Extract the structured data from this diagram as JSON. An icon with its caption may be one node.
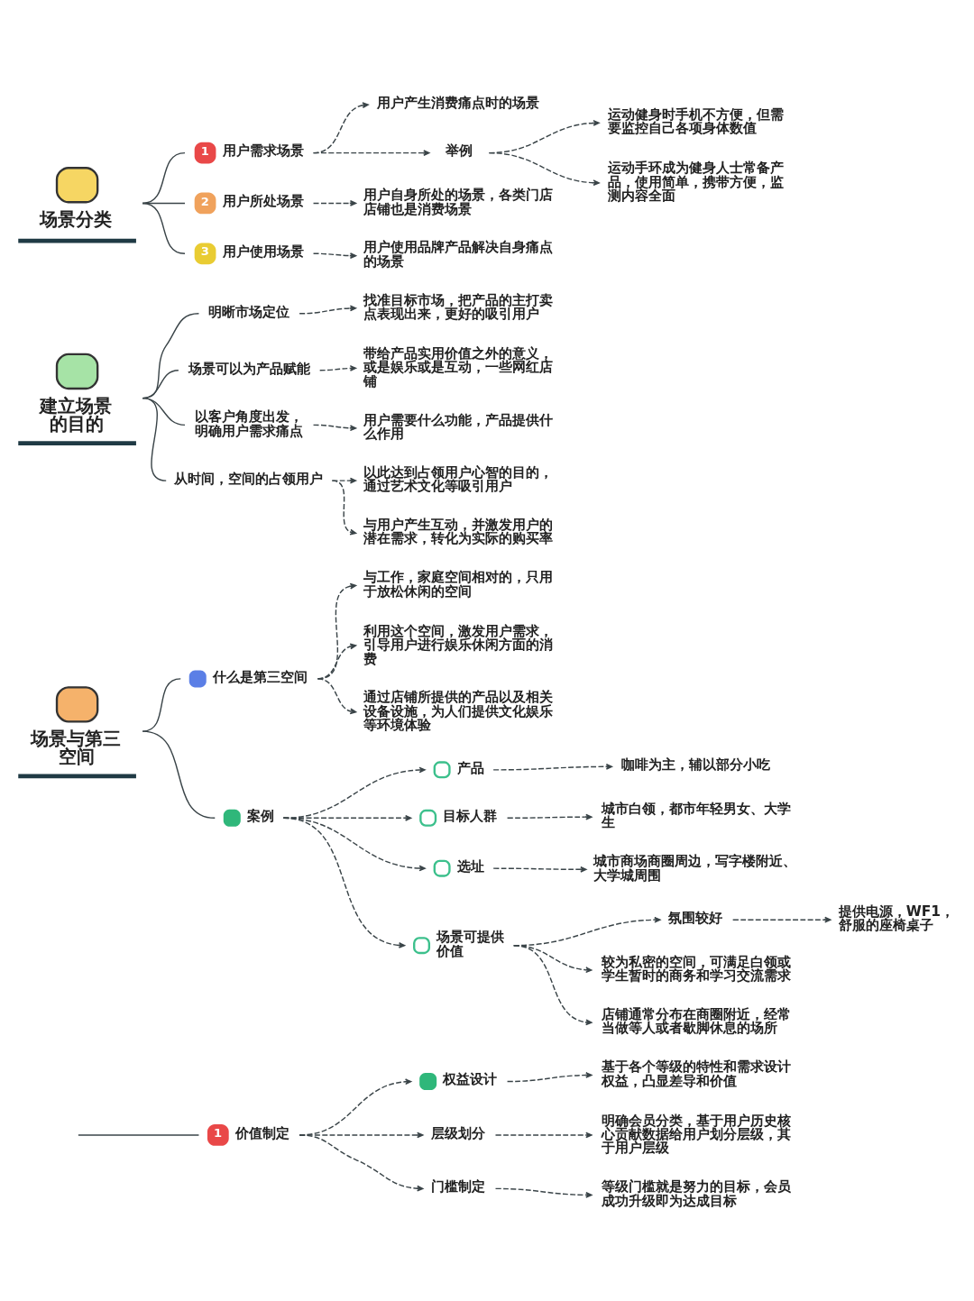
{
  "diagram": {
    "nodes": [
      {
        "text": [
          "场景分类"
        ]
      },
      {
        "text": [
          "1",
          "用户需求场景"
        ]
      },
      {
        "text": [
          "用户产生消费痛点时的场景"
        ]
      },
      {
        "text": [
          "举例"
        ]
      },
      {
        "text": [
          "运动健身时手机不方便，但需要监控自己各项身体数值"
        ]
      },
      {
        "text": [
          "运动手环成为健身人士常备产品，使用简单，携带方便，监测内容全面"
        ]
      },
      {
        "text": [
          "2",
          "用户所处场景"
        ]
      },
      {
        "text": [
          "用户自身所处的场景，各类门店店铺也是消费场景"
        ]
      },
      {
        "text": [
          "3",
          "用户使用场景"
        ]
      },
      {
        "text": [
          "用户使用品牌产品解决自身痛点的场景"
        ]
      },
      {
        "text": [
          "建立场景的目的"
        ]
      },
      {
        "text": [
          "明晰市场定位"
        ]
      },
      {
        "text": [
          "找准目标市场，把产品的主打卖点表现出来，更好的吸引用户"
        ]
      },
      {
        "text": [
          "场景可以为产品赋能"
        ]
      },
      {
        "text": [
          "带给产品实用价值之外的意义，或是娱乐或是互动，一些网红店铺"
        ]
      },
      {
        "text": [
          "以客户角度出发，明确用户需求痛点"
        ]
      },
      {
        "text": [
          "用户需要什么功能，产品提供什么作用"
        ]
      },
      {
        "text": [
          "从时间，空间的占领用户"
        ]
      },
      {
        "text": [
          "以此达到占领用户心智的目的，通过艺术文化等吸引用户"
        ]
      },
      {
        "text": [
          "与用户产生互动，并激发用户的潜在需求，转化为实际的购买率"
        ]
      },
      {
        "text": [
          "场景与第三空间"
        ]
      },
      {
        "text": [
          "什么是第三空间"
        ]
      },
      {
        "text": [
          "与工作，家庭空间相对的，只用于放松休闲的空间"
        ]
      },
      {
        "text": [
          "利用这个空间，激发用户需求，引导用户进行娱乐休闲方面的消费"
        ]
      },
      {
        "text": [
          "通过店铺所提供的产品以及相关设备设施，为人们提供文化娱乐等环境体验"
        ]
      },
      {
        "text": [
          "案例"
        ]
      },
      {
        "text": [
          "产品"
        ]
      },
      {
        "text": [
          "咖啡为主，辅以部分小吃"
        ]
      },
      {
        "text": [
          "目标人群"
        ]
      },
      {
        "text": [
          "城市白领，都市年轻男女、大学生"
        ]
      },
      {
        "text": [
          "选址"
        ]
      },
      {
        "text": [
          "城市商场商圈周边，写字楼附近、大学城周围"
        ]
      },
      {
        "text": [
          "场景可提供价值"
        ]
      },
      {
        "text": [
          "氛围较好"
        ]
      },
      {
        "text": [
          "提供电源，WF1，舒服的座椅桌子"
        ]
      },
      {
        "text": [
          "较为私密的空间，可满足白领或学生暂时的商务和学习交流需求"
        ]
      },
      {
        "text": [
          "店铺通常分布在商圈附近，经常当做等人或者歇脚休息的场所"
        ]
      },
      {
        "text": [
          "1",
          "价值制定"
        ]
      },
      {
        "text": [
          "权益设计"
        ]
      },
      {
        "text": [
          "基于各个等级的特性和需求设计权益，凸显差导和价值"
        ]
      },
      {
        "text": [
          "层级划分"
        ]
      },
      {
        "text": [
          "明确会员分类，基于用户历史核心贡献数据给用户划分层级，其于用户层级"
        ]
      },
      {
        "text": [
          "门槛制定"
        ]
      },
      {
        "text": [
          "等级门槛就是努力的目标，会员成功升级即为达成目标"
        ]
      }
    ],
    "edges": [
      {
        "from": 0,
        "to": 1,
        "arrow": "none"
      },
      {
        "from": 1,
        "to": 2,
        "arrow": "to",
        "style": "dashed"
      },
      {
        "from": 1,
        "to": 3,
        "arrow": "to",
        "style": "dashed"
      },
      {
        "from": 3,
        "to": 4,
        "arrow": "to",
        "style": "dashed"
      },
      {
        "from": 3,
        "to": 5,
        "arrow": "to",
        "style": "dashed"
      },
      {
        "from": 0,
        "to": 6,
        "arrow": "none"
      },
      {
        "from": 6,
        "to": 7,
        "arrow": "to",
        "style": "dashed"
      },
      {
        "from": 0,
        "to": 8,
        "arrow": "none"
      },
      {
        "from": 8,
        "to": 9,
        "arrow": "to",
        "style": "dashed"
      },
      {
        "from": 10,
        "to": 11,
        "arrow": "none"
      },
      {
        "from": 11,
        "to": 12,
        "arrow": "to",
        "style": "dashed"
      },
      {
        "from": 10,
        "to": 13,
        "arrow": "none"
      },
      {
        "from": 13,
        "to": 14,
        "arrow": "to",
        "style": "dashed"
      },
      {
        "from": 10,
        "to": 15,
        "arrow": "none"
      },
      {
        "from": 15,
        "to": 16,
        "arrow": "to",
        "style": "dashed"
      },
      {
        "from": 10,
        "to": 17,
        "arrow": "none"
      },
      {
        "from": 17,
        "to": 18,
        "arrow": "to",
        "style": "dashed"
      },
      {
        "from": 17,
        "to": 19,
        "arrow": "to",
        "style": "dashed"
      },
      {
        "from": 20,
        "to": 21,
        "arrow": "none"
      },
      {
        "from": 21,
        "to": 22,
        "arrow": "to",
        "style": "dashed"
      },
      {
        "from": 21,
        "to": 23,
        "arrow": "to",
        "style": "dashed"
      },
      {
        "from": 21,
        "to": 24,
        "arrow": "to",
        "style": "dashed"
      },
      {
        "from": 20,
        "to": 25,
        "arrow": "none"
      },
      {
        "from": 25,
        "to": 26,
        "arrow": "to",
        "style": "dashed"
      },
      {
        "from": 26,
        "to": 27,
        "arrow": "to",
        "style": "dashed"
      },
      {
        "from": 25,
        "to": 28,
        "arrow": "to",
        "style": "dashed"
      },
      {
        "from": 28,
        "to": 29,
        "arrow": "to",
        "style": "dashed"
      },
      {
        "from": 25,
        "to": 30,
        "arrow": "to",
        "style": "dashed"
      },
      {
        "from": 30,
        "to": 31,
        "arrow": "to",
        "style": "dashed"
      },
      {
        "from": 25,
        "to": 32,
        "arrow": "to",
        "style": "dashed"
      },
      {
        "from": 32,
        "to": 33,
        "arrow": "to",
        "style": "dashed"
      },
      {
        "from": 33,
        "to": 34,
        "arrow": "to",
        "style": "dashed"
      },
      {
        "from": 32,
        "to": 35,
        "arrow": "to",
        "style": "dashed"
      },
      {
        "from": 32,
        "to": 36,
        "arrow": "to",
        "style": "dashed"
      },
      {
        "from": null,
        "to": 37,
        "arrow": "none"
      },
      {
        "from": 37,
        "to": 38,
        "arrow": "to",
        "style": "dashed"
      },
      {
        "from": 38,
        "to": 39,
        "arrow": "to",
        "style": "dashed"
      },
      {
        "from": 37,
        "to": 40,
        "arrow": "to",
        "style": "dashed"
      },
      {
        "from": 40,
        "to": 41,
        "arrow": "to",
        "style": "dashed"
      },
      {
        "from": 37,
        "to": 42,
        "arrow": "to",
        "style": "dashed"
      },
      {
        "from": 42,
        "to": 43,
        "arrow": "to",
        "style": "dashed"
      }
    ]
  }
}
